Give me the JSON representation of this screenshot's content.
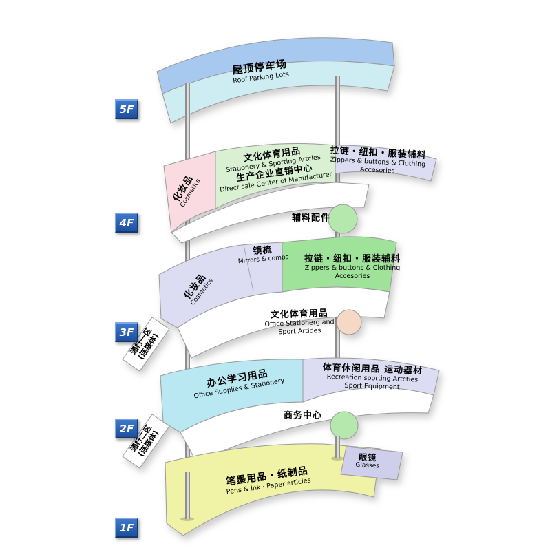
{
  "colors": {
    "plate_blue": "#a7c8ef",
    "plate_cyan": "#cdedf2",
    "plate_pink": "#f9dbe1",
    "plate_green_soft": "#d9f0d2",
    "plate_lavender": "#dcdcf2",
    "plate_green": "#9fe39a",
    "plate_cyan2": "#b9e7f2",
    "plate_yellow": "#f0f2a6",
    "plate_purple": "#cfcfec",
    "circle_green": "#b5e8ad",
    "circle_peach": "#f6d9c4",
    "floor_label_bg": "#2b62b5",
    "pillar_gray": "#8f8f8f",
    "white": "#ffffff"
  },
  "floors": {
    "f5": {
      "label": "5F",
      "roof": {
        "zh": "屋顶停车场",
        "en": "Roof Parking Lots"
      }
    },
    "f4": {
      "label": "4F",
      "cosmetics": {
        "zh": "化妆品",
        "en": "Cosmetics"
      },
      "stationery": {
        "zh": "文化体育用品",
        "en": "Stationery & Sporting Artcles"
      },
      "direct_sale": {
        "zh": "生产企业直销中心",
        "en": "Direct sale Center of Manufacturer"
      },
      "zippers": {
        "zh": "拉链・纽扣・服装辅料",
        "en_line1": "Zippers & buttons & Clothing",
        "en_line2": "Accesories"
      },
      "accessories": {
        "zh": "辅料配件"
      }
    },
    "f3": {
      "label": "3F",
      "mirrors": {
        "zh": "镜梳",
        "en": "Mirrors & combs"
      },
      "cosmetics": {
        "zh": "化妆品",
        "en": "Cosmetics"
      },
      "zippers": {
        "zh": "拉链・纽扣・服装辅料",
        "en_line1": "Zippers & buttons & Clothing",
        "en_line2": "Accesories"
      },
      "stationery": {
        "zh": "文化体育用品",
        "en_line1": "Office Stationerg and",
        "en_line2": "Sport Artides"
      },
      "passage": {
        "zh_line1": "通行一区",
        "zh_line2": "(连接体)"
      }
    },
    "f2": {
      "label": "2F",
      "office_supplies": {
        "zh": "办公学习用品",
        "en": "Office Supplies & Stationery"
      },
      "sports": {
        "zh": "体育休闲用品 运动器材",
        "en_line1": "Recreation sporting Artcties",
        "en_line2": "Sport Equipment"
      },
      "business_center": {
        "zh": "商务中心"
      },
      "passage": {
        "zh_line1": "通行二区",
        "zh_line2": "(连接体)"
      }
    },
    "f1": {
      "label": "1F",
      "pens_ink": {
        "zh": "笔墨用品・纸制品",
        "en": "Pens & Ink · Paper articles"
      },
      "glasses": {
        "zh": "眼镜",
        "en": "Glasses"
      }
    }
  }
}
